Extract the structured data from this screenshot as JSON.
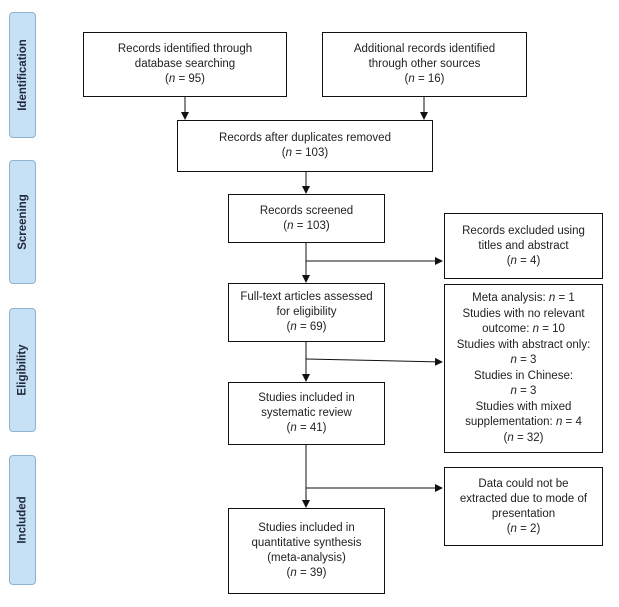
{
  "stages": [
    {
      "id": "identification",
      "label": "Identification"
    },
    {
      "id": "screening",
      "label": "Screening"
    },
    {
      "id": "eligibility",
      "label": "Eligibility"
    },
    {
      "id": "included",
      "label": "Included"
    }
  ],
  "boxes": {
    "db_records": {
      "lines": [
        "Records identified through",
        "database searching"
      ],
      "n": "95"
    },
    "other_records": {
      "lines": [
        "Additional records identified",
        "through other sources"
      ],
      "n": "16"
    },
    "after_duplicates": {
      "lines": [
        "Records after duplicates removed"
      ],
      "n": "103"
    },
    "screened": {
      "lines": [
        "Records screened"
      ],
      "n": "103"
    },
    "excluded_titles": {
      "lines": [
        "Records excluded using",
        "titles and abstract"
      ],
      "n": "4"
    },
    "fulltext": {
      "lines": [
        "Full-text articles assessed",
        "for eligibility"
      ],
      "n": "69"
    },
    "exclusions": {
      "items": [
        {
          "text": "Meta analysis:",
          "n": "1"
        },
        {
          "text": "Studies with no relevant outcome:",
          "n": "10"
        },
        {
          "text": "Studies with abstract only:",
          "n": "3"
        },
        {
          "text": "Studies in Chinese:",
          "n": "3"
        },
        {
          "text": "Studies with mixed supplementation:",
          "n": "4"
        }
      ],
      "total": "32"
    },
    "systematic": {
      "lines": [
        "Studies included in",
        "systematic review"
      ],
      "n": "41"
    },
    "not_extracted": {
      "lines": [
        "Data could not be",
        "extracted due to mode of",
        "presentation"
      ],
      "n": "2"
    },
    "quantitative": {
      "lines": [
        "Studies included in",
        "quantitative synthesis",
        "(meta-analysis)"
      ],
      "n": "39"
    }
  },
  "labels": {
    "n_symbol": "n",
    "equals": " = ",
    "excl_lines": [
      "Meta analysis: n = 1",
      "Studies with no relevant",
      "outcome: n = 10",
      "Studies with abstract only:",
      "n = 3",
      "Studies in Chinese:",
      "n = 3",
      "Studies with mixed",
      "supplementation: n = 4",
      "(n = 32)"
    ]
  }
}
